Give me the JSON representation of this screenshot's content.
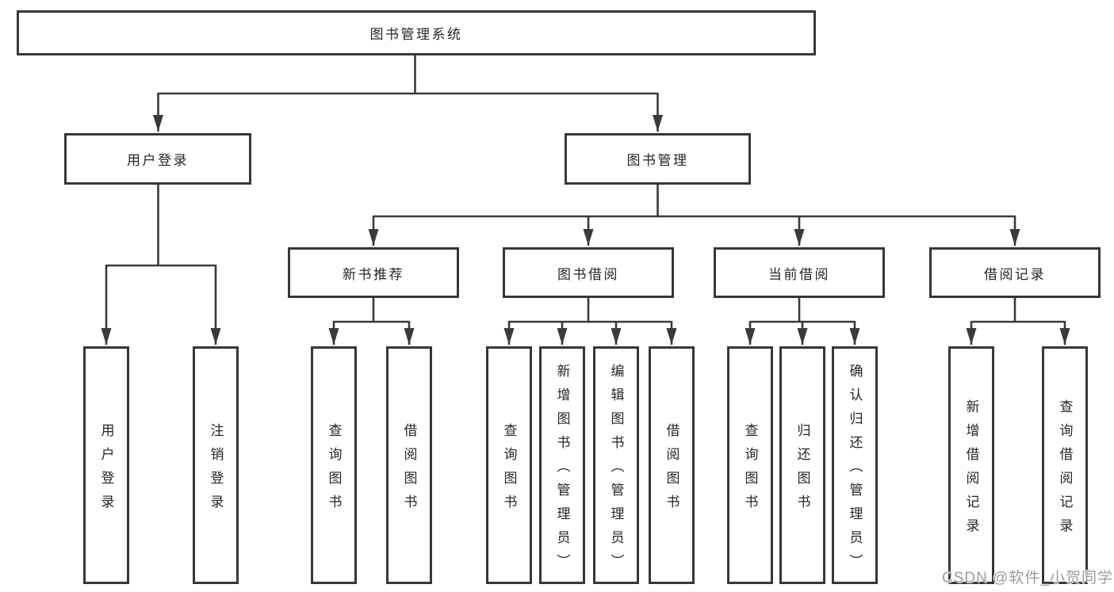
{
  "diagram": {
    "root": {
      "label": "图书管理系统"
    },
    "level2": [
      {
        "label": "用户登录"
      },
      {
        "label": "图书管理"
      }
    ],
    "level3": [
      {
        "label": "新书推荐"
      },
      {
        "label": "图书借阅"
      },
      {
        "label": "当前借阅"
      },
      {
        "label": "借阅记录"
      }
    ],
    "leaves": {
      "user_login": [
        {
          "label": "用户登录"
        },
        {
          "label": "注销登录"
        }
      ],
      "new_book": [
        {
          "label": "查询图书"
        },
        {
          "label": "借阅图书"
        }
      ],
      "book_borrow": [
        {
          "label": "查询图书"
        },
        {
          "label": "新增图书（管理员）"
        },
        {
          "label": "编辑图书（管理员）"
        },
        {
          "label": "借阅图书"
        }
      ],
      "current_borrow": [
        {
          "label": "查询图书"
        },
        {
          "label": "归还图书"
        },
        {
          "label": "确认归还（管理员）"
        }
      ],
      "borrow_record": [
        {
          "label": "新增借阅记录"
        },
        {
          "label": "查询借阅记录"
        }
      ]
    },
    "watermark": "CSDN @软件_小贺同学",
    "colors": {
      "line": "#3a3a3a",
      "box_border": "#373737",
      "text": "#262626",
      "background": "#ffffff",
      "watermark": "#9c9c9c"
    }
  }
}
